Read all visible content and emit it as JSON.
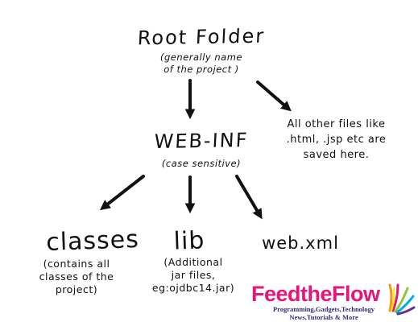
{
  "root": {
    "title": "Root Folder",
    "note_line1": "(generally name",
    "note_line2": "of the project )"
  },
  "webinf": {
    "title": "WEB-INF",
    "note": "(case sensitive)"
  },
  "other_files": {
    "line1": "All other files like",
    "line2": ".html, .jsp etc are",
    "line3": "saved here."
  },
  "classes": {
    "title": "classes",
    "note_line1": "(contains all",
    "note_line2": "classes of the",
    "note_line3": "project)"
  },
  "lib": {
    "title": "lib",
    "note_line1": "(Additional",
    "note_line2": "jar files,",
    "note_line3": "eg:ojdbc14.jar)"
  },
  "webxml": {
    "title": "web.xml"
  },
  "logo": {
    "brand": "FeedtheFlow",
    "tagline_line1": "Programming,Gadgets,Technology",
    "tagline_line2": "News,Tutorials & More",
    "brand_color": "#e5157a",
    "tagline_color": "#3b2a7f"
  }
}
